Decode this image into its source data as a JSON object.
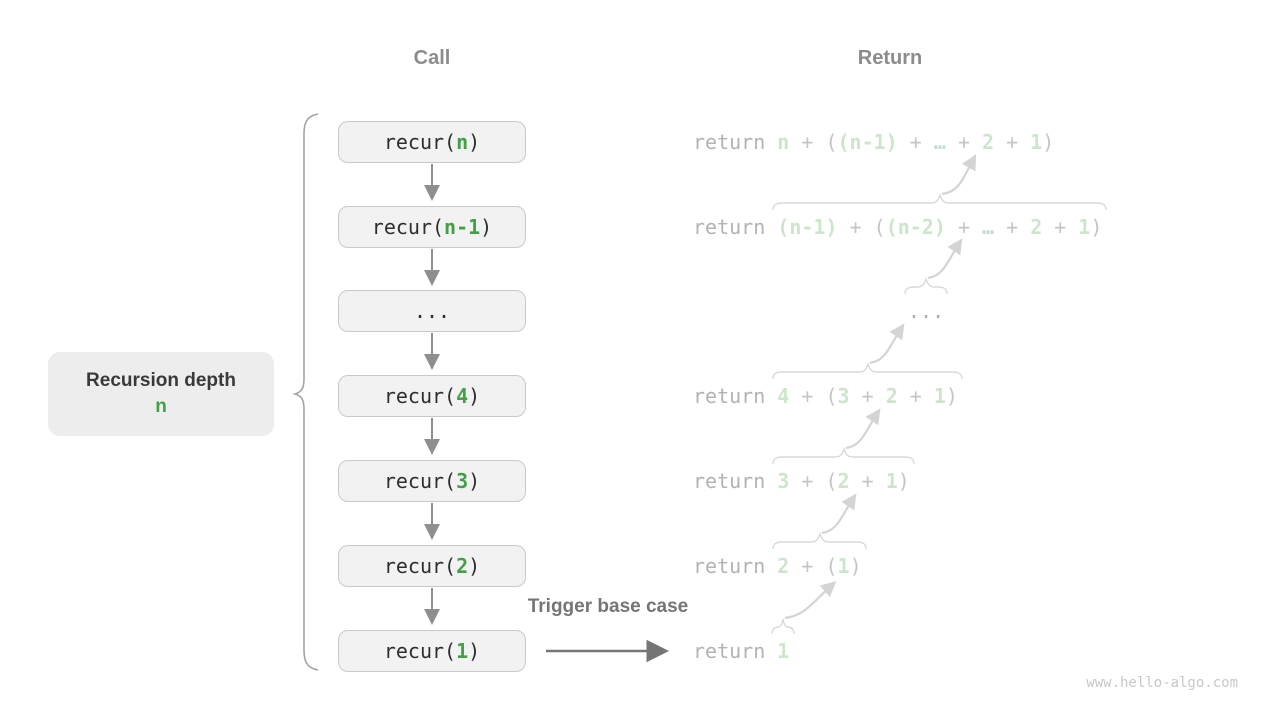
{
  "headers": {
    "call": "Call",
    "return": "Return"
  },
  "depth_label": {
    "line1": "Recursion depth",
    "line2": "n"
  },
  "trigger_label": "Trigger base case",
  "watermark": "www.hello-algo.com",
  "icons": {
    "down_arrows": "call-flow-arrow-icon",
    "base_case_arrow": "base-case-arrow-icon",
    "left_brace": "recursion-depth-brace-icon",
    "substitution_arrows": "substitution-arrow-icon"
  },
  "colors": {
    "strong_green": "#43a047",
    "pale_green": "#cde6cb",
    "pale_teal": "#bedcd6",
    "box_fill": "#f2f2f2",
    "box_border": "#c9c9c9",
    "header_gray": "#8c8c8c",
    "return_gray": "#b3b3b3",
    "arrow_gray": "#8f8f8f",
    "light_arrow_gray": "#d4d4d4",
    "label_fill": "#ededed"
  },
  "call": {
    "boxes": [
      {
        "segs": [
          {
            "t": "recur(",
            "c": "dark"
          },
          {
            "t": "n",
            "c": "green"
          },
          {
            "t": ")",
            "c": "dark"
          }
        ]
      },
      {
        "segs": [
          {
            "t": "recur(",
            "c": "dark"
          },
          {
            "t": "n-1",
            "c": "green"
          },
          {
            "t": ")",
            "c": "dark"
          }
        ]
      },
      {
        "segs": [
          {
            "t": "...",
            "c": "dark"
          }
        ]
      },
      {
        "segs": [
          {
            "t": "recur(",
            "c": "dark"
          },
          {
            "t": "4",
            "c": "green"
          },
          {
            "t": ")",
            "c": "dark"
          }
        ]
      },
      {
        "segs": [
          {
            "t": "recur(",
            "c": "dark"
          },
          {
            "t": "3",
            "c": "green"
          },
          {
            "t": ")",
            "c": "dark"
          }
        ]
      },
      {
        "segs": [
          {
            "t": "recur(",
            "c": "dark"
          },
          {
            "t": "2",
            "c": "green"
          },
          {
            "t": ")",
            "c": "dark"
          }
        ]
      },
      {
        "segs": [
          {
            "t": "recur(",
            "c": "dark"
          },
          {
            "t": "1",
            "c": "green"
          },
          {
            "t": ")",
            "c": "dark"
          }
        ]
      }
    ]
  },
  "returns": {
    "lines": [
      {
        "segs": [
          {
            "t": "return ",
            "c": "kw"
          },
          {
            "t": "n",
            "c": "g"
          },
          {
            "t": " + ",
            "c": "op"
          },
          {
            "t": "(",
            "c": "op"
          },
          {
            "t": "(n-1)",
            "c": "g"
          },
          {
            "t": " + ",
            "c": "op"
          },
          {
            "t": "…",
            "c": "el"
          },
          {
            "t": " + ",
            "c": "op"
          },
          {
            "t": "2",
            "c": "g"
          },
          {
            "t": " + ",
            "c": "op"
          },
          {
            "t": "1",
            "c": "g"
          },
          {
            "t": ")",
            "c": "op"
          }
        ]
      },
      {
        "segs": [
          {
            "t": "return ",
            "c": "kw"
          },
          {
            "t": "(n-1)",
            "c": "g"
          },
          {
            "t": " + ",
            "c": "op"
          },
          {
            "t": "(",
            "c": "op"
          },
          {
            "t": "(n-2)",
            "c": "g"
          },
          {
            "t": " + ",
            "c": "op"
          },
          {
            "t": "…",
            "c": "el"
          },
          {
            "t": " + ",
            "c": "op"
          },
          {
            "t": "2",
            "c": "g"
          },
          {
            "t": " + ",
            "c": "op"
          },
          {
            "t": "1",
            "c": "g"
          },
          {
            "t": ")",
            "c": "op"
          }
        ]
      },
      {
        "segs": [
          {
            "t": "...",
            "c": "mid"
          }
        ]
      },
      {
        "segs": [
          {
            "t": "return ",
            "c": "kw"
          },
          {
            "t": "4",
            "c": "g"
          },
          {
            "t": " + ",
            "c": "op"
          },
          {
            "t": "(",
            "c": "op"
          },
          {
            "t": "3",
            "c": "g"
          },
          {
            "t": " + ",
            "c": "op"
          },
          {
            "t": "2",
            "c": "g"
          },
          {
            "t": " + ",
            "c": "op"
          },
          {
            "t": "1",
            "c": "g"
          },
          {
            "t": ")",
            "c": "op"
          }
        ]
      },
      {
        "segs": [
          {
            "t": "return ",
            "c": "kw"
          },
          {
            "t": "3",
            "c": "g"
          },
          {
            "t": " + ",
            "c": "op"
          },
          {
            "t": "(",
            "c": "op"
          },
          {
            "t": "2",
            "c": "g"
          },
          {
            "t": " + ",
            "c": "op"
          },
          {
            "t": "1",
            "c": "g"
          },
          {
            "t": ")",
            "c": "op"
          }
        ]
      },
      {
        "segs": [
          {
            "t": "return ",
            "c": "kw"
          },
          {
            "t": "2",
            "c": "g"
          },
          {
            "t": " + ",
            "c": "op"
          },
          {
            "t": "(",
            "c": "op"
          },
          {
            "t": "1",
            "c": "g"
          },
          {
            "t": ")",
            "c": "op"
          }
        ]
      },
      {
        "segs": [
          {
            "t": "return ",
            "c": "kw"
          },
          {
            "t": "1",
            "c": "g"
          }
        ]
      }
    ]
  }
}
